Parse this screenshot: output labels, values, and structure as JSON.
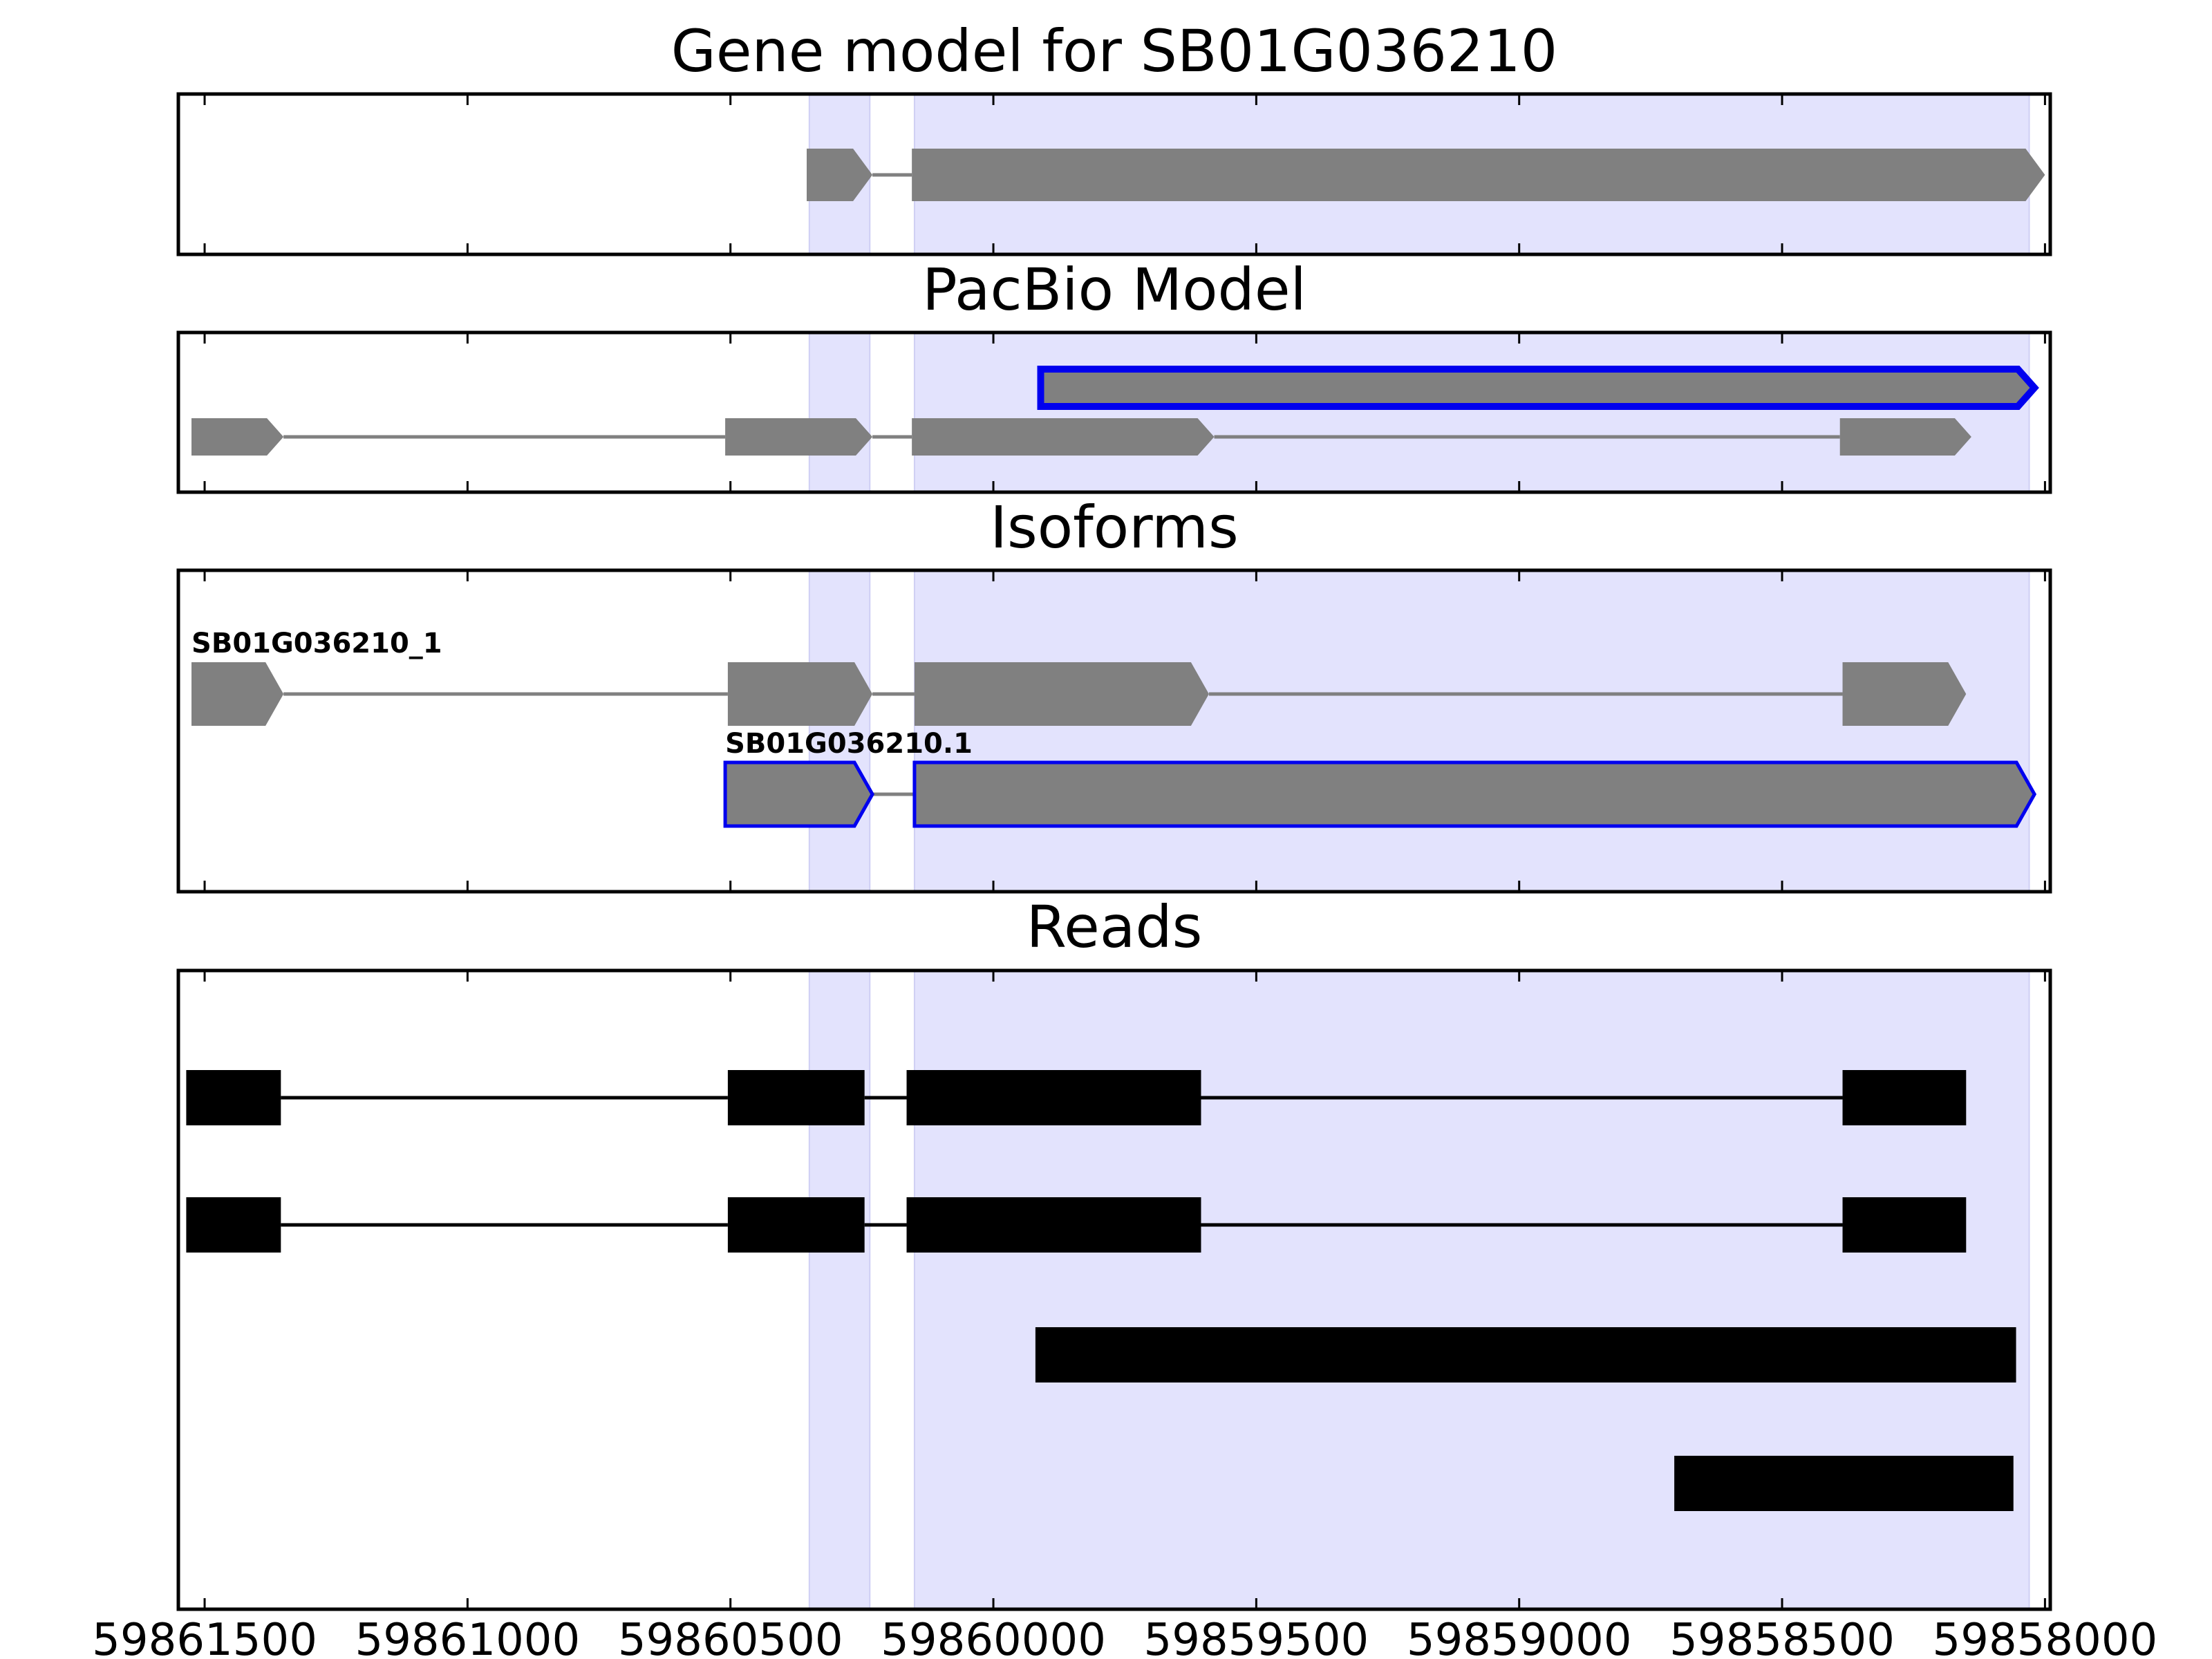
{
  "chart_data": {
    "type": "gene-structure",
    "xlim": [
      59861550,
      59857990
    ],
    "x_ticks": [
      59861500,
      59861000,
      59860500,
      59860000,
      59859500,
      59859000,
      59858500,
      59858000
    ],
    "x_tick_labels": [
      "59861500",
      "59861000",
      "59860500",
      "59860000",
      "59859500",
      "59859000",
      "59858500",
      "59858000"
    ],
    "strand": "-",
    "colors": {
      "exon": "#808080",
      "intron": "#808080",
      "highlight_band": "#e3e3fd",
      "highlight_outline": "#0000ee",
      "read": "#000000"
    },
    "highlight_regions": [
      [
        59860350,
        59860235
      ],
      [
        59860150,
        59858030
      ]
    ],
    "panels": [
      {
        "title": "Gene model for SB01G036210",
        "tracks": [
          {
            "label": "",
            "highlighted": false,
            "exons": [
              [
                59860355,
                59860230
              ],
              [
                59860155,
                59858000
              ]
            ]
          }
        ]
      },
      {
        "title": "PacBio Model",
        "tracks": [
          {
            "label": "",
            "highlighted": true,
            "exons": [
              [
                59859910,
                59858020
              ]
            ]
          },
          {
            "label": "",
            "highlighted": false,
            "exons": [
              [
                59861525,
                59861350
              ],
              [
                59860510,
                59860230
              ],
              [
                59860155,
                59859580
              ],
              [
                59858390,
                59858140
              ]
            ]
          }
        ]
      },
      {
        "title": "Isoforms",
        "tracks": [
          {
            "label": "SB01G036210_1",
            "highlighted": false,
            "exons": [
              [
                59861525,
                59861350
              ],
              [
                59860505,
                59860230
              ],
              [
                59860150,
                59859590
              ],
              [
                59858385,
                59858150
              ]
            ]
          },
          {
            "label": "SB01G036210.1",
            "highlighted": true,
            "exons": [
              [
                59860510,
                59860230
              ],
              [
                59860150,
                59858020
              ]
            ]
          }
        ]
      },
      {
        "title": "Reads",
        "tracks": [
          {
            "label": "",
            "highlighted": false,
            "exons": [
              [
                59861535,
                59861355
              ],
              [
                59860505,
                59860245
              ],
              [
                59860165,
                59859605
              ],
              [
                59858385,
                59858150
              ]
            ]
          },
          {
            "label": "",
            "highlighted": false,
            "exons": [
              [
                59861535,
                59861355
              ],
              [
                59860505,
                59860245
              ],
              [
                59860165,
                59859605
              ],
              [
                59858385,
                59858150
              ]
            ]
          },
          {
            "label": "",
            "highlighted": false,
            "exons": [
              [
                59859920,
                59858055
              ]
            ]
          },
          {
            "label": "",
            "highlighted": false,
            "exons": [
              [
                59858705,
                59858060
              ]
            ]
          }
        ]
      }
    ]
  }
}
